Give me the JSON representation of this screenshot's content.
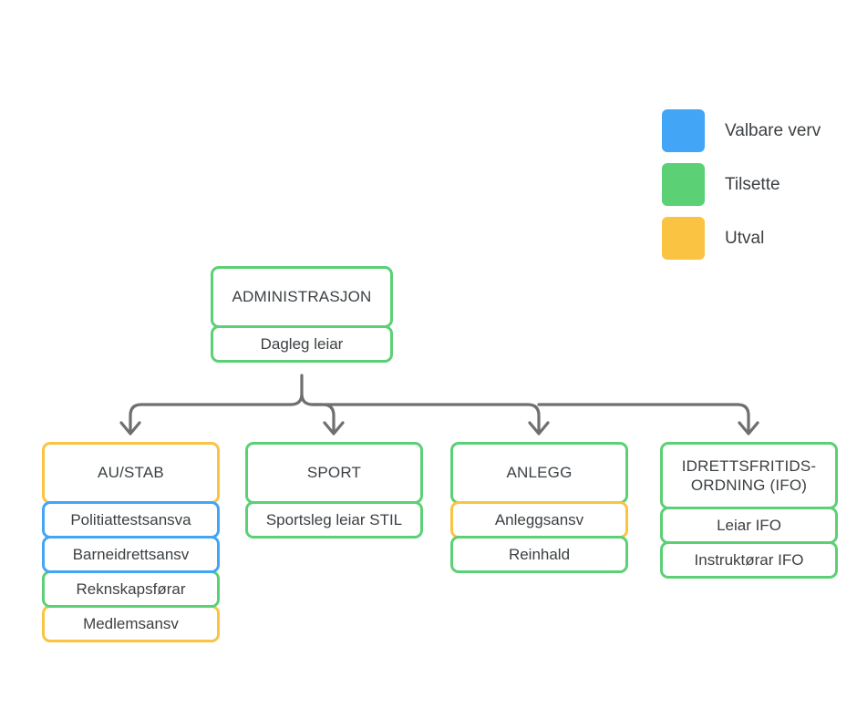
{
  "legend": {
    "items": [
      {
        "label": "Valbare verv",
        "color": "#42a5f5",
        "swatch_name": "legend-swatch-valbare-verv"
      },
      {
        "label": "Tilsette",
        "color": "#5bd075",
        "swatch_name": "legend-swatch-tilsette"
      },
      {
        "label": "Utval",
        "color": "#fbc342",
        "swatch_name": "legend-swatch-utval"
      }
    ]
  },
  "chart": {
    "root": {
      "title": "ADMINISTRASJON",
      "title_color": "#5bd075",
      "children_labels": [
        {
          "label": "Dagleg leiar",
          "color": "#5bd075"
        }
      ]
    },
    "branches": [
      {
        "title": "AU/STAB",
        "title_color": "#fbc342",
        "roles": [
          {
            "label": "Politiattestsansva",
            "color": "#42a5f5"
          },
          {
            "label": "Barneidrettsansv",
            "color": "#42a5f5"
          },
          {
            "label": "Reknskapsførar",
            "color": "#5bd075"
          },
          {
            "label": "Medlemsansv",
            "color": "#fbc342"
          }
        ]
      },
      {
        "title": "SPORT",
        "title_color": "#5bd075",
        "roles": [
          {
            "label": "Sportsleg leiar STIL",
            "color": "#5bd075"
          }
        ]
      },
      {
        "title": "ANLEGG",
        "title_color": "#5bd075",
        "roles": [
          {
            "label": "Anleggsansv",
            "color": "#fbc342"
          },
          {
            "label": "Reinhald",
            "color": "#5bd075"
          }
        ]
      },
      {
        "title": "IDRETTSFRITIDS-ORDNING (IFO)",
        "title_color": "#5bd075",
        "roles": [
          {
            "label": "Leiar IFO",
            "color": "#5bd075"
          },
          {
            "label": "Instruktørar IFO",
            "color": "#5bd075"
          }
        ]
      }
    ],
    "connector_color": "#6f6f6f"
  }
}
